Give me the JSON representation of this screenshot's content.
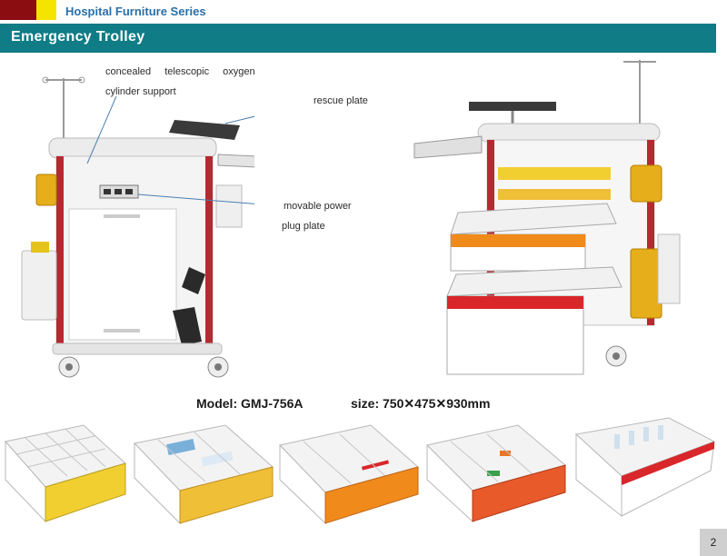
{
  "header": {
    "series_title": "Hospital Furniture Series",
    "banner_title": "Emergency Trolley",
    "brand_colors": {
      "maroon": "#8b0d12",
      "yellow": "#f5e400",
      "teal": "#0f7c86",
      "blue_text": "#2a6fa8"
    }
  },
  "callouts": {
    "concealed_line1": "concealed telescopic oxygen",
    "concealed_line2": "cylinder support",
    "rescue_plate": "rescue plate",
    "power_line1": "movable power",
    "power_line2": "plug plate"
  },
  "product": {
    "model": "Model: GMJ-756A",
    "size": "size: 750✕475✕930mm"
  },
  "drawers": [
    {
      "front": "yellow",
      "front_color": "#f2cf30"
    },
    {
      "front": "yellow",
      "front_color": "#f0bf38"
    },
    {
      "front": "orange",
      "front_color": "#f08a1a"
    },
    {
      "front": "red-orange",
      "front_color": "#e85a2a"
    },
    {
      "front": "red",
      "front_color": "#d8262a"
    }
  ],
  "page": {
    "number": "2"
  }
}
